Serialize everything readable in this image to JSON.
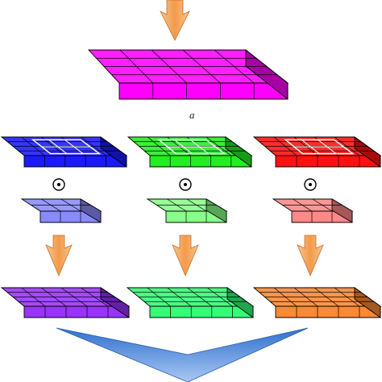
{
  "caption": "a",
  "operator_symbol": "⊙",
  "colors": {
    "top_slab": "#ff00ff",
    "input_slabs": [
      "#1a1aff",
      "#22ee22",
      "#ff1111"
    ],
    "weight_slabs": [
      "#8a8aff",
      "#88ff88",
      "#ff8888"
    ],
    "output_slabs": [
      "#9933ff",
      "#33ff77",
      "#ff8833"
    ],
    "arrow_orange": "#f7a85c",
    "arrow_blue": "#5b8fd8",
    "outline": "#000000"
  },
  "icons": {
    "down_arrow": "down-arrow-icon",
    "merge_chevron": "chevron-down-icon",
    "operator": "circled-dot-icon"
  },
  "layout": {
    "columns": 3,
    "top_grid": "5x4",
    "input_grid": "5x4",
    "weight_grid": "3x2",
    "output_grid": "5x4"
  }
}
